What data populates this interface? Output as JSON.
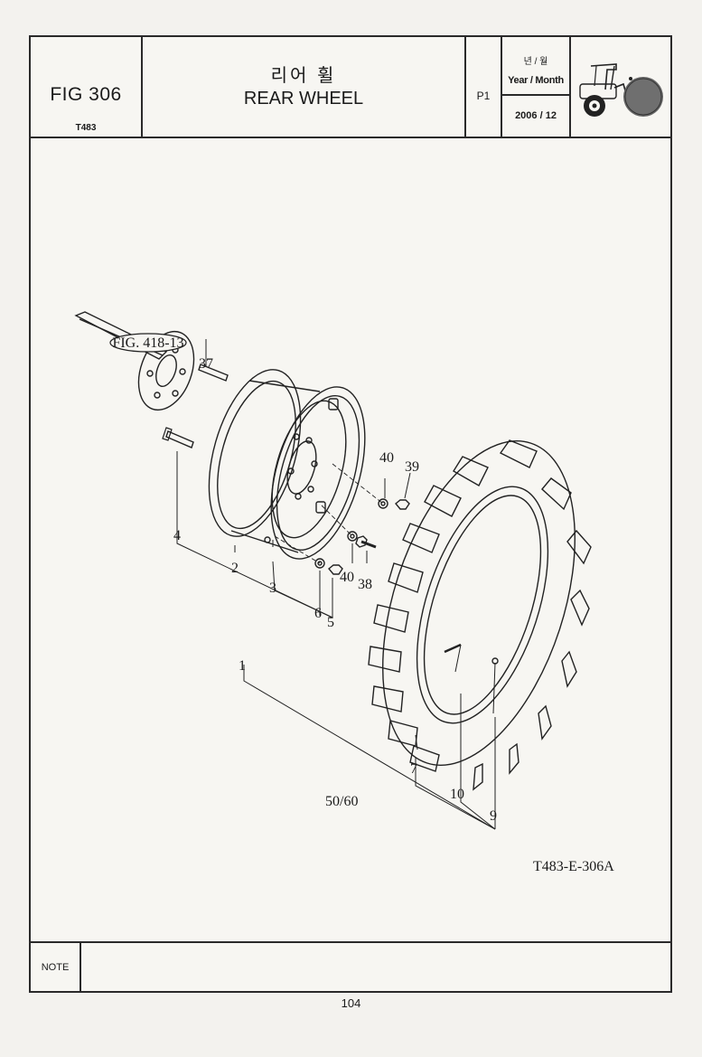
{
  "header": {
    "fig_no": "FIG 306",
    "model": "T483",
    "title_ko": "리어 휠",
    "title_en": "REAR WHEEL",
    "page": "P1",
    "date_label_ko": "년 / 월",
    "date_label_en": "Year / Month",
    "date_value": "2006 / 12"
  },
  "diagram": {
    "ref_label": "FIG. 418-13",
    "drawing_code": "T483-E-306A",
    "callouts": [
      "37",
      "40",
      "39",
      "4",
      "2",
      "3",
      "40",
      "38",
      "6",
      "5",
      "1",
      "7",
      "10",
      "9",
      "50/60"
    ]
  },
  "note": {
    "label": "NOTE"
  },
  "footer": {
    "page_number": "104"
  }
}
